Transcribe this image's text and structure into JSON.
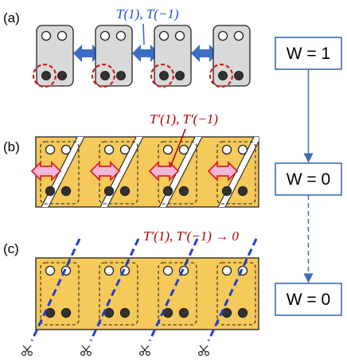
{
  "panels": [
    {
      "label": "(a)",
      "annotation": "T(1), T(−1)",
      "annotation_color": "#1f4fd8"
    },
    {
      "label": "(b)",
      "annotation": "T′(1), T′(−1)",
      "annotation_color": "#b00000"
    },
    {
      "label": "(c)",
      "annotation": "T′(1), T′(−1) → 0",
      "annotation_color": "#b00000"
    }
  ],
  "winding": [
    {
      "text": "W = 1"
    },
    {
      "text": "W = 0"
    },
    {
      "text": "W = 0"
    }
  ],
  "colors": {
    "cell_gray": "#d9d9d9",
    "chain_yellow": "#f5c95a",
    "arrow_blue": "#3a6fc9",
    "arrow_pink": "#f4b6d6",
    "arrow_pink_outline": "#e0202a",
    "cut_line": "#1f3fd0",
    "box_border": "#3b6bb5",
    "circle_red": "#d81b1b",
    "dot_dark": "#333333"
  },
  "icons": [
    "scissors-icon"
  ]
}
